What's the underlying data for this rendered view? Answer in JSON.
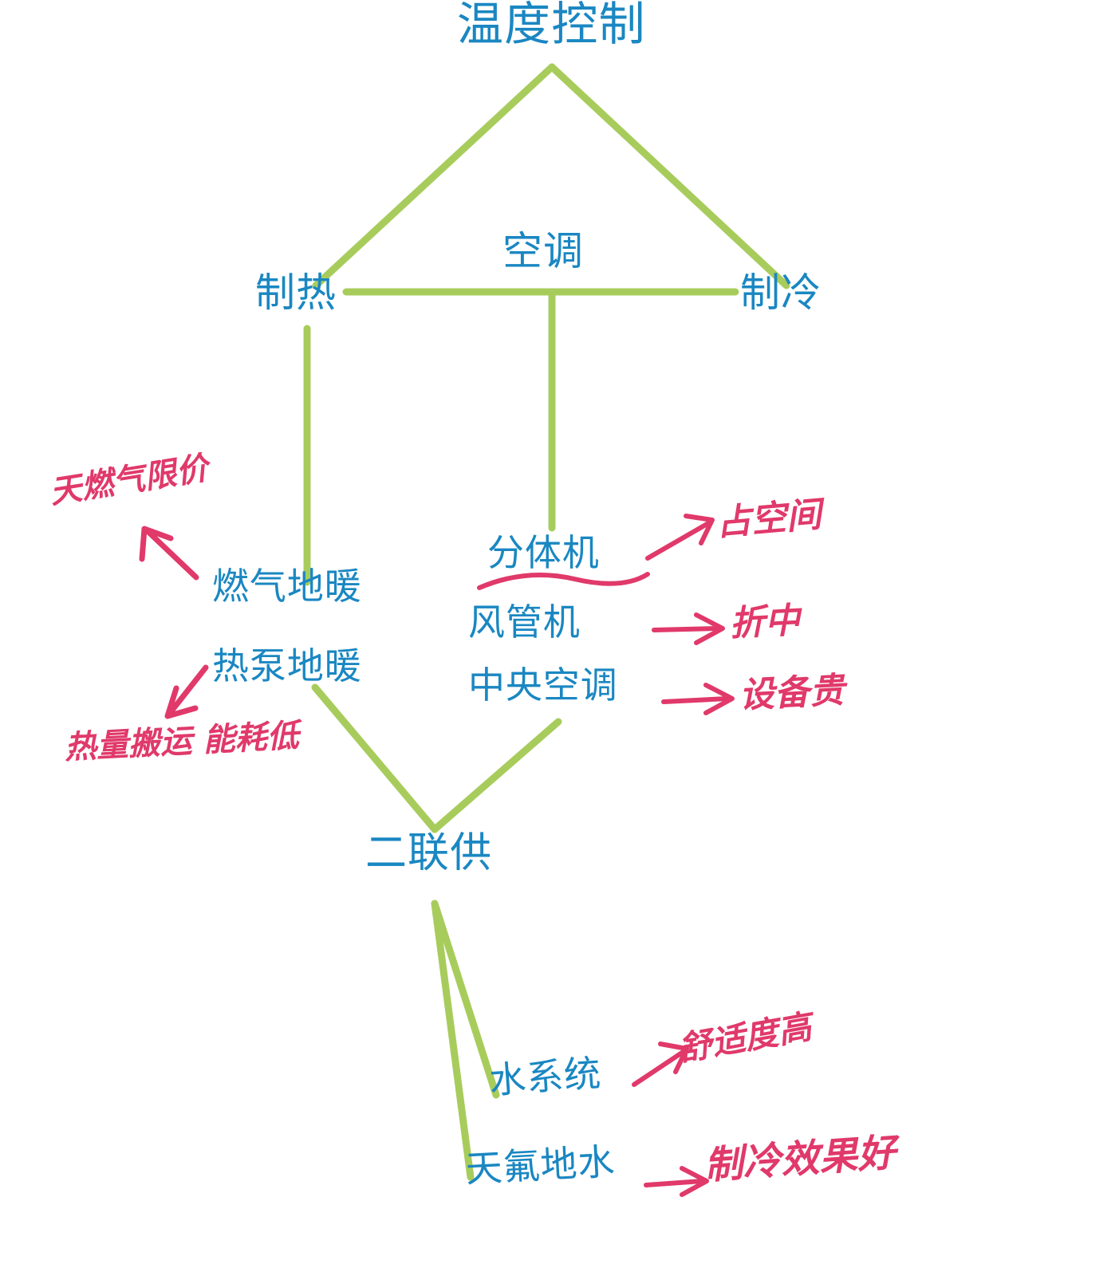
{
  "diagram": {
    "title": "温度控制",
    "colors": {
      "node_blue": "#1a87c2",
      "branch_green": "#a8cc5c",
      "annotation_red": "#e0396a",
      "background": "#ffffff"
    },
    "nodes": {
      "root": "温度控制",
      "center": "空调",
      "heating": "制热",
      "cooling": "制冷",
      "heating_children": [
        "燃气地暖",
        "热泵地暖"
      ],
      "cooling_children": [
        "分体机",
        "风管机",
        "中央空调"
      ],
      "combined": "二联供",
      "combined_children": [
        "水系统",
        "天氟地水"
      ]
    },
    "annotations": {
      "gas_price": "天燃气限价",
      "heat_transfer": "热量搬运 能耗低",
      "takes_space": "占空间",
      "compromise": "折中",
      "expensive_equipment": "设备贵",
      "high_comfort": "舒适度高",
      "good_cooling": "制冷效果好"
    }
  }
}
